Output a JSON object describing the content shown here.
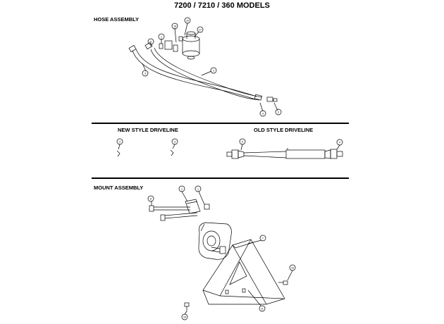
{
  "title": "7200 / 7210 / 360 MODELS",
  "sections": {
    "hose": "HOSE ASSEMBLY",
    "new_driveline": "NEW STYLE DRIVELINE",
    "old_driveline": "OLD STYLE DRIVELINE",
    "mount": "MOUNT ASSEMBLY"
  },
  "callouts": {
    "hose": [
      "20",
      "18",
      "17",
      "1",
      "5",
      "3",
      "3",
      "4",
      "2"
    ],
    "new_driveline": [
      "3",
      "3"
    ],
    "old_driveline": [
      "5",
      "4"
    ],
    "mount": [
      "8",
      "1",
      "1",
      "7",
      "10",
      "11",
      "10"
    ]
  }
}
